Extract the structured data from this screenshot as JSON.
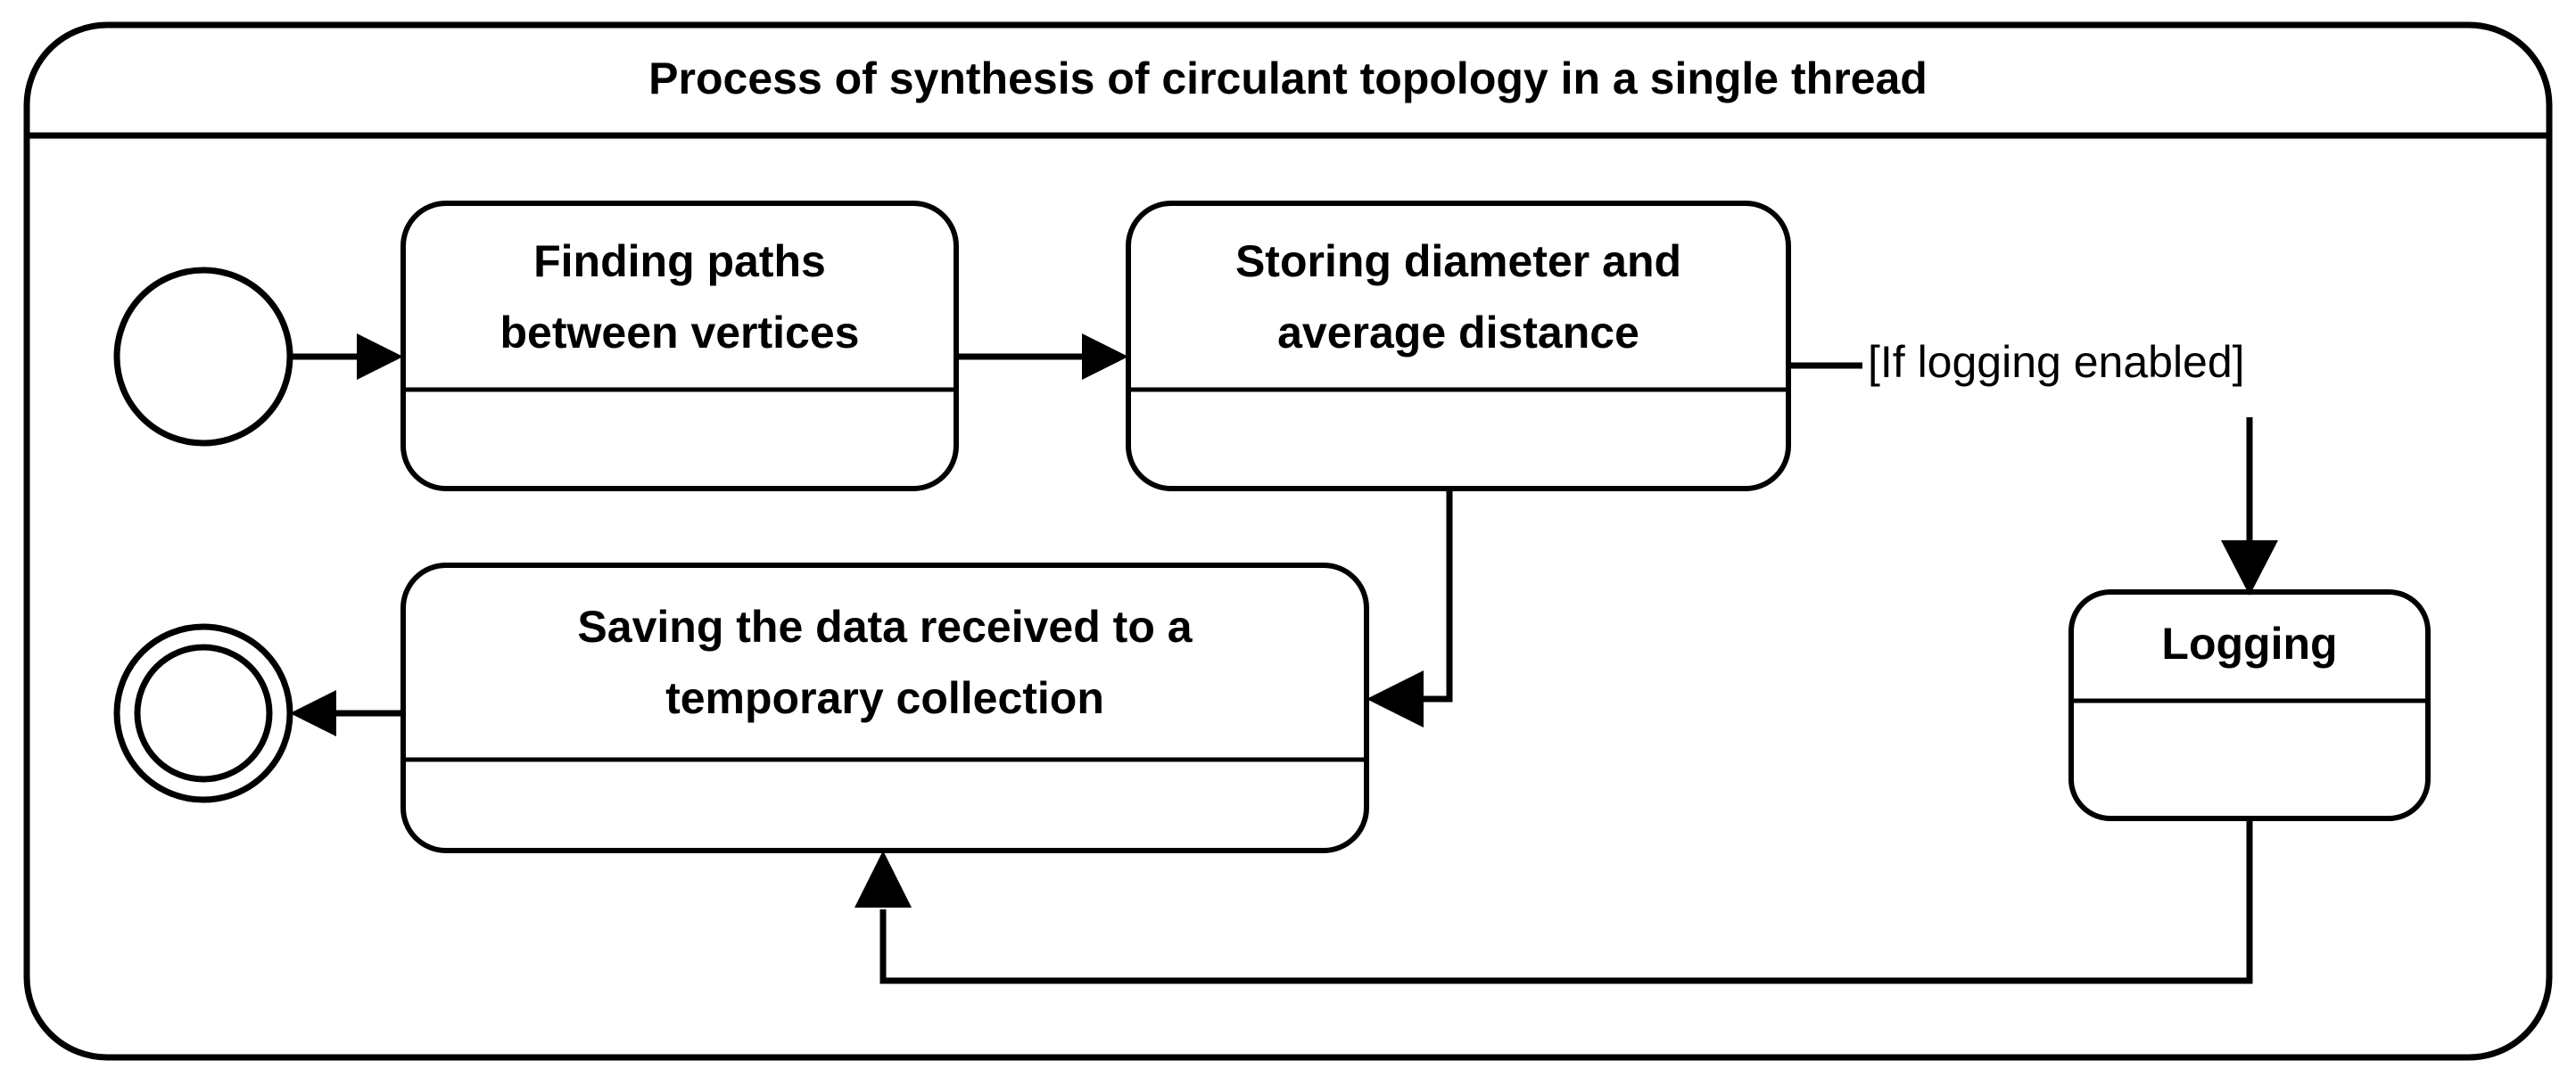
{
  "diagram": {
    "type": "uml-activity-diagram",
    "title": "Process of synthesis of circulant topology in a single thread",
    "frame": {
      "title_label": "Process of synthesis of circulant topology in a single thread"
    },
    "nodes": {
      "initial": {
        "kind": "initial-node",
        "label": ""
      },
      "final": {
        "kind": "final-node",
        "label": ""
      },
      "finding_paths": {
        "kind": "state",
        "label_line1": "Finding paths",
        "label_line2": "between vertices",
        "label": "Finding paths between vertices"
      },
      "storing_diameter": {
        "kind": "state",
        "label_line1": "Storing diameter and",
        "label_line2": "average distance",
        "label": "Storing diameter and average distance"
      },
      "saving_data": {
        "kind": "state",
        "label_line1": "Saving the data received to a",
        "label_line2": "temporary collection",
        "label": "Saving the data received to a temporary collection"
      },
      "logging": {
        "kind": "state",
        "label_line1": "Logging",
        "label": "Logging"
      }
    },
    "transitions": [
      {
        "id": "t1",
        "from": "initial",
        "to": "finding_paths",
        "guard": ""
      },
      {
        "id": "t2",
        "from": "finding_paths",
        "to": "storing_diameter",
        "guard": ""
      },
      {
        "id": "t3",
        "from": "storing_diameter",
        "to": "saving_data",
        "guard": ""
      },
      {
        "id": "t4",
        "from": "storing_diameter",
        "to": "logging",
        "guard": "[If logging enabled]"
      },
      {
        "id": "t5",
        "from": "logging",
        "to": "saving_data",
        "guard": ""
      },
      {
        "id": "t6",
        "from": "saving_data",
        "to": "final",
        "guard": ""
      }
    ],
    "guard_labels": {
      "logging_enabled": "[If logging enabled]"
    },
    "colors": {
      "stroke": "#000000",
      "fill": "#ffffff",
      "background": "#ffffff"
    }
  }
}
